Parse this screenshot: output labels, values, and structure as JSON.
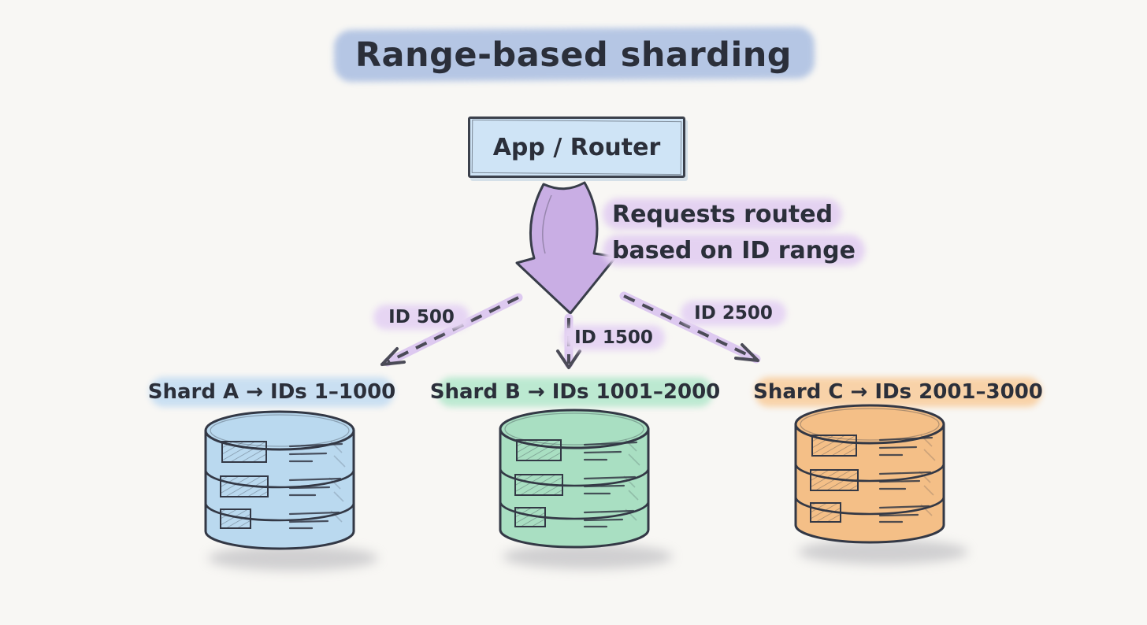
{
  "title": "Range-based sharding",
  "router": {
    "label": "App / Router"
  },
  "routing_note": {
    "lines": [
      "Requests routed",
      "based on ID range"
    ]
  },
  "routes": [
    {
      "id_label": "ID 500"
    },
    {
      "id_label": "ID 1500"
    },
    {
      "id_label": "ID 2500"
    }
  ],
  "shards": [
    {
      "name": "Shard A",
      "label": "Shard A → IDs 1–1000",
      "highlight": "#c9dff2",
      "fill": "#bad9ef"
    },
    {
      "name": "Shard B",
      "label": "Shard B → IDs 1001–2000",
      "highlight": "#bce9d1",
      "fill": "#a9dfc2"
    },
    {
      "name": "Shard C",
      "label": "Shard C → IDs 2001–3000",
      "highlight": "#f8d2a8",
      "fill": "#f4bf87"
    }
  ],
  "colors": {
    "background": "#f8f7f4",
    "ink": "#333845",
    "title_highlight": "#b5c6e4",
    "router_fill": "#cfe4f6",
    "arrow_fill": "#c9aee4",
    "note_highlight": "#e4d2f1",
    "id_label_highlight": "#e6d5f3",
    "route_underlay": "#ddc9f0",
    "route_dash": "#4b4b57",
    "shadow": "#a8a8ae"
  }
}
